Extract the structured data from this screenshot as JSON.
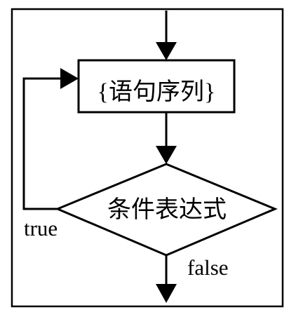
{
  "diagram": {
    "statement_box": "{语句序列}",
    "condition": "条件表达式",
    "true_label": "true",
    "false_label": "false"
  },
  "colors": {
    "stroke": "#000000",
    "background": "#ffffff"
  }
}
